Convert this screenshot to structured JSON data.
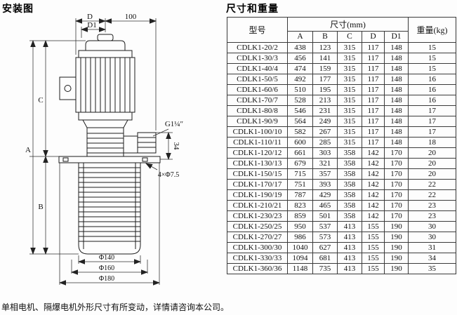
{
  "page": {
    "left_title": "安装图",
    "right_title": "尺寸和重量",
    "footnote": "单相电机、隔爆电机外形尺寸有所变动，详情请咨询本公司。",
    "ink_color": "#1b1b1b",
    "background_color": "#fdfdfd"
  },
  "diagram": {
    "labels": {
      "dim_d": "D",
      "dim_d1": "D1",
      "dim_100": "100",
      "dim_a": "A",
      "dim_b": "B",
      "dim_c": "C",
      "thread": "G1¼″",
      "dim_34": "34",
      "holes": "4×Φ7.5",
      "dia140": "Φ140",
      "dia160": "Φ160",
      "dia180": "Φ180"
    }
  },
  "table": {
    "header": {
      "model": "型号",
      "size_group": "尺寸(mm)",
      "size_cols": [
        "A",
        "B",
        "C",
        "D",
        "D1"
      ],
      "weight": "重量(kg)"
    },
    "rows": [
      {
        "model": "CDLK1-20/2",
        "values": [
          438,
          123,
          315,
          117,
          148
        ],
        "weight": 15
      },
      {
        "model": "CDLK1-30/3",
        "values": [
          456,
          141,
          315,
          117,
          148
        ],
        "weight": 15
      },
      {
        "model": "CDLK1-40/4",
        "values": [
          474,
          159,
          315,
          117,
          148
        ],
        "weight": 15
      },
      {
        "model": "CDLK1-50/5",
        "values": [
          492,
          177,
          315,
          117,
          148
        ],
        "weight": 16
      },
      {
        "model": "CDLK1-60/6",
        "values": [
          510,
          195,
          315,
          117,
          148
        ],
        "weight": 16
      },
      {
        "model": "CDLK1-70/7",
        "values": [
          528,
          213,
          315,
          117,
          148
        ],
        "weight": 16
      },
      {
        "model": "CDLK1-80/8",
        "values": [
          546,
          231,
          315,
          117,
          148
        ],
        "weight": 17
      },
      {
        "model": "CDLK1-90/9",
        "values": [
          564,
          249,
          315,
          117,
          148
        ],
        "weight": 17
      },
      {
        "model": "CDLK1-100/10",
        "values": [
          582,
          267,
          315,
          117,
          148
        ],
        "weight": 17
      },
      {
        "model": "CDLK1-110/11",
        "values": [
          600,
          285,
          315,
          117,
          148
        ],
        "weight": 18
      },
      {
        "model": "CDLK1-120/12",
        "values": [
          661,
          303,
          358,
          142,
          170
        ],
        "weight": 20
      },
      {
        "model": "CDLK1-130/13",
        "values": [
          679,
          321,
          358,
          142,
          170
        ],
        "weight": 20
      },
      {
        "model": "CDLK1-150/15",
        "values": [
          715,
          357,
          358,
          142,
          170
        ],
        "weight": 20
      },
      {
        "model": "CDLK1-170/17",
        "values": [
          751,
          393,
          358,
          142,
          170
        ],
        "weight": 22
      },
      {
        "model": "CDLK1-190/19",
        "values": [
          787,
          429,
          358,
          142,
          170
        ],
        "weight": 22
      },
      {
        "model": "CDLK1-210/21",
        "values": [
          823,
          465,
          358,
          142,
          170
        ],
        "weight": 23
      },
      {
        "model": "CDLK1-230/23",
        "values": [
          859,
          501,
          358,
          142,
          170
        ],
        "weight": 23
      },
      {
        "model": "CDLK1-250/25",
        "values": [
          950,
          537,
          413,
          155,
          190
        ],
        "weight": 30
      },
      {
        "model": "CDLK1-270/27",
        "values": [
          986,
          573,
          413,
          155,
          190
        ],
        "weight": 30
      },
      {
        "model": "CDLK1-300/30",
        "values": [
          1040,
          627,
          413,
          155,
          190
        ],
        "weight": 31
      },
      {
        "model": "CDLK1-330/33",
        "values": [
          1094,
          681,
          413,
          155,
          190
        ],
        "weight": 34
      },
      {
        "model": "CDLK1-360/36",
        "values": [
          1148,
          735,
          413,
          155,
          190
        ],
        "weight": 35
      }
    ]
  }
}
